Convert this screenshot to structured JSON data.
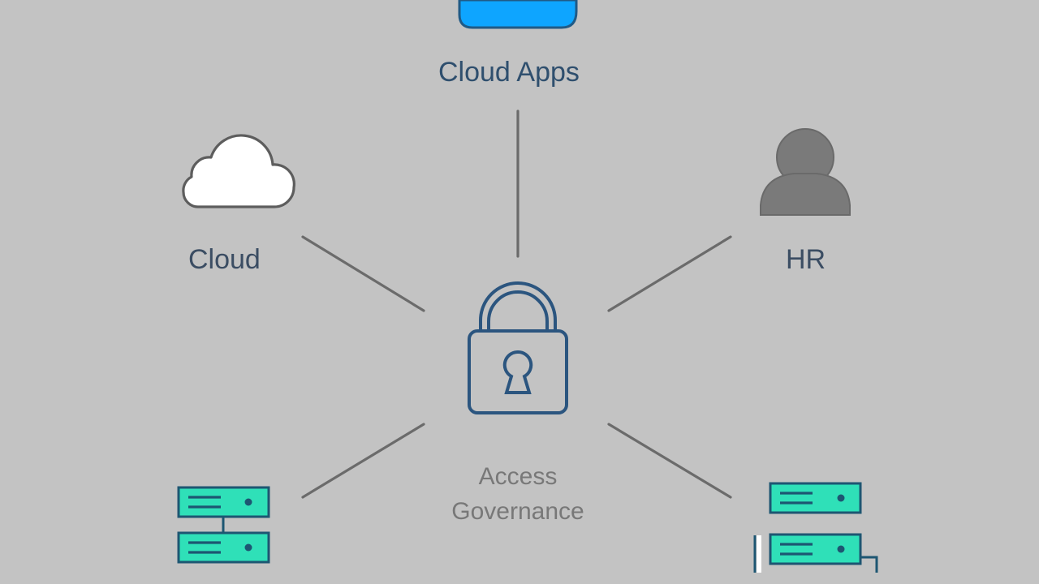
{
  "diagram": {
    "center": {
      "label": "Access Governance",
      "icon": "lock-icon"
    },
    "nodes": [
      {
        "id": "cloud-apps",
        "label": "Cloud Apps",
        "icon": "cloud-icon",
        "color": "#0ea5ff"
      },
      {
        "id": "cloud",
        "label": "Cloud",
        "icon": "cloud-outline-icon",
        "color": "#ffffff"
      },
      {
        "id": "hr",
        "label": "HR",
        "icon": "user-icon",
        "color": "#7a7a7a"
      },
      {
        "id": "server-left",
        "label": "",
        "icon": "server-icon",
        "color": "#2fe0b8"
      },
      {
        "id": "server-right",
        "label": "",
        "icon": "server-icon",
        "color": "#2fe0b8"
      }
    ]
  },
  "colors": {
    "background": "#c3c3c3",
    "connector": "#6b6b6b",
    "lock_stroke": "#2b557f",
    "label_dark": "#2f4f6e",
    "label_muted": "#787878"
  }
}
